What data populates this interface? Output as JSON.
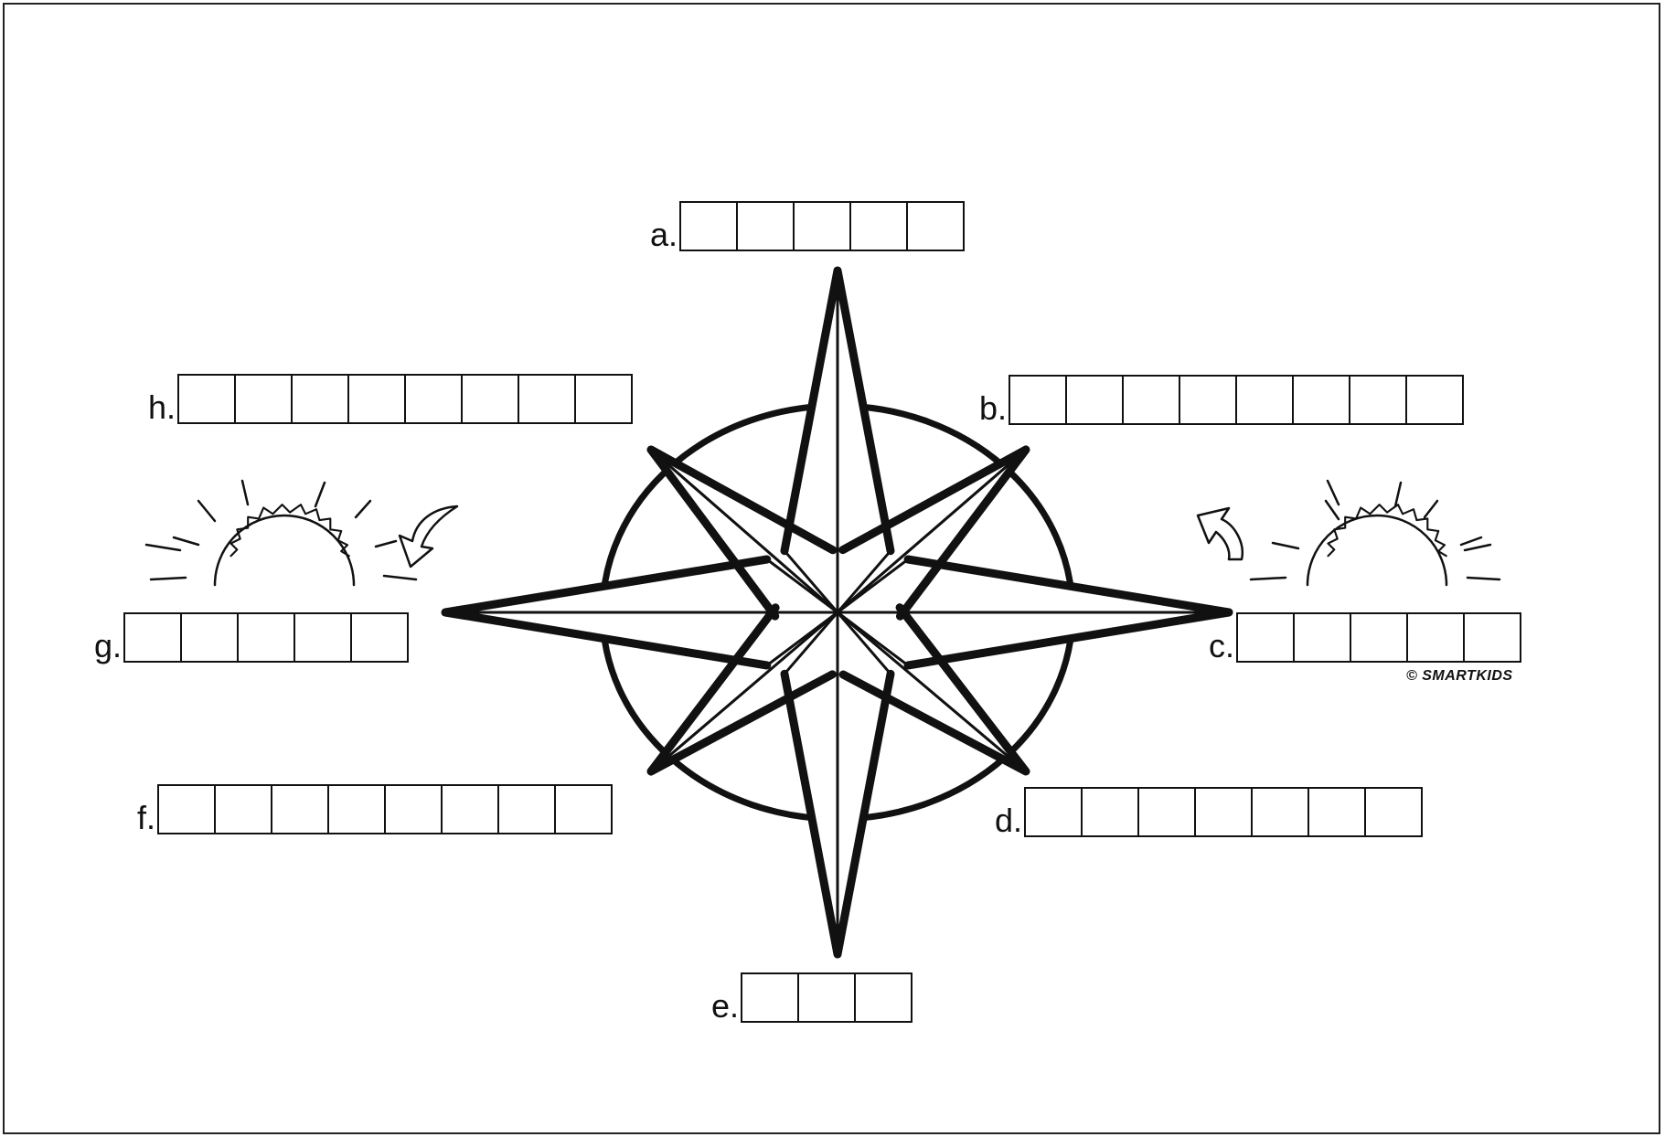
{
  "worksheet": {
    "fields": [
      {
        "id": "a",
        "label": "a.",
        "boxes": 5
      },
      {
        "id": "b",
        "label": "b.",
        "boxes": 8
      },
      {
        "id": "c",
        "label": "c.",
        "boxes": 5
      },
      {
        "id": "d",
        "label": "d.",
        "boxes": 7
      },
      {
        "id": "e",
        "label": "e.",
        "boxes": 3
      },
      {
        "id": "f",
        "label": "f.",
        "boxes": 8
      },
      {
        "id": "g",
        "label": "g.",
        "boxes": 5
      },
      {
        "id": "h",
        "label": "h.",
        "boxes": 8
      }
    ],
    "credit": "© SMARTKIDS"
  },
  "icons": {
    "compass": "compass-rose-icon",
    "sunset": "sunset-icon",
    "sunrise": "sunrise-icon",
    "arrow_down": "curved-arrow-down-icon",
    "arrow_up": "curved-arrow-up-icon"
  }
}
